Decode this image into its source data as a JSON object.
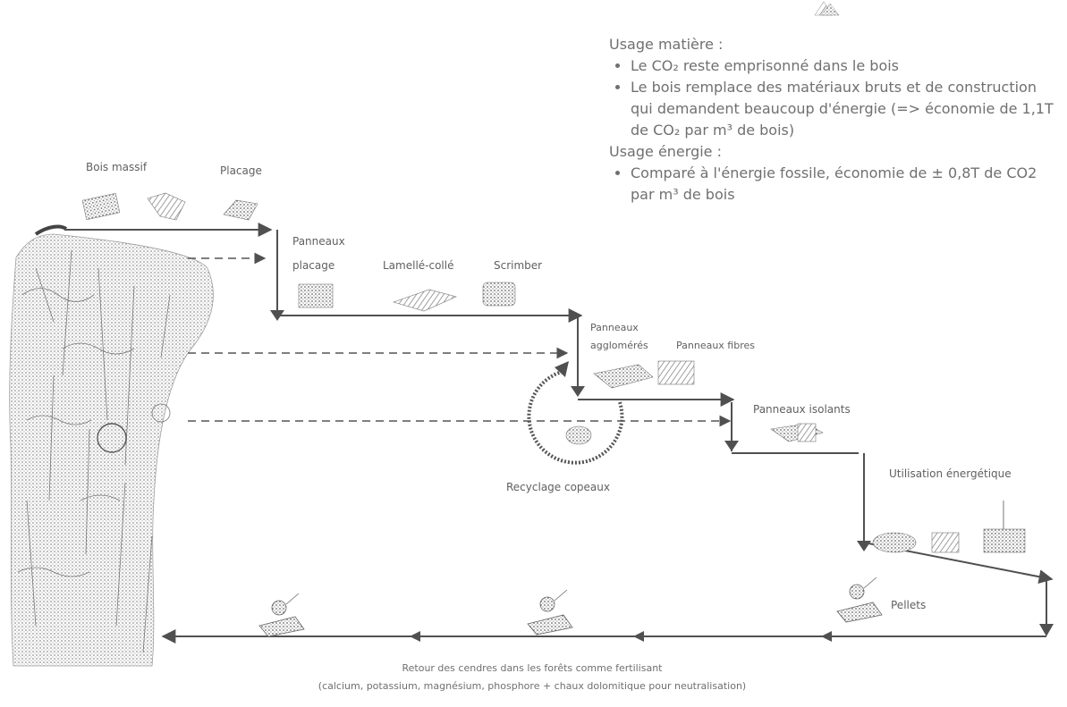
{
  "usage": {
    "matiere_title": "Usage matière :",
    "matiere_points": [
      "Le CO₂ reste emprisonné dans le bois",
      "Le bois remplace des matériaux bruts et de construction qui demandent beaucoup d'énergie (=> économie de 1,1T de CO₂ par m³ de bois)"
    ],
    "energie_title": "Usage énergie :",
    "energie_points": [
      "Comparé à l'énergie fossile, économie de ± 0,8T de CO2 par m³ de bois"
    ]
  },
  "labels": {
    "bois_massif": "Bois massif",
    "placage": "Placage",
    "panneaux": "Panneaux",
    "placage2": "placage",
    "lamelle_colle": "Lamellé-collé",
    "scrimber": "Scrimber",
    "panneaux_agglo_1": "Panneaux",
    "panneaux_agglo_2": "agglomérés",
    "panneaux_fibres": "Panneaux fibres",
    "panneaux_isolants": "Panneaux isolants",
    "recyclage": "Recyclage copeaux",
    "utilisation_energetique": "Utilisation énergétique",
    "pellets": "Pellets"
  },
  "footer": {
    "line1": "Retour des cendres dans les forêts comme fertilisant",
    "line2": "(calcium, potassium, magnésium, phosphore + chaux dolomitique pour neutralisation)"
  },
  "colors": {
    "flow_line": "#505050",
    "dashed_line": "#555555",
    "recycle_arrow": "#555555",
    "text": "#707070"
  },
  "icons": [
    "tree-stack-icon",
    "forest-icon",
    "massive-wood-icon",
    "veneer-icon",
    "panel-icon",
    "glulam-icon",
    "scrimber-icon",
    "chipboard-icon",
    "fibreboard-icon",
    "insulation-panel-icon",
    "pellets-icon",
    "fireplace-icon",
    "forestry-machine-icon"
  ]
}
